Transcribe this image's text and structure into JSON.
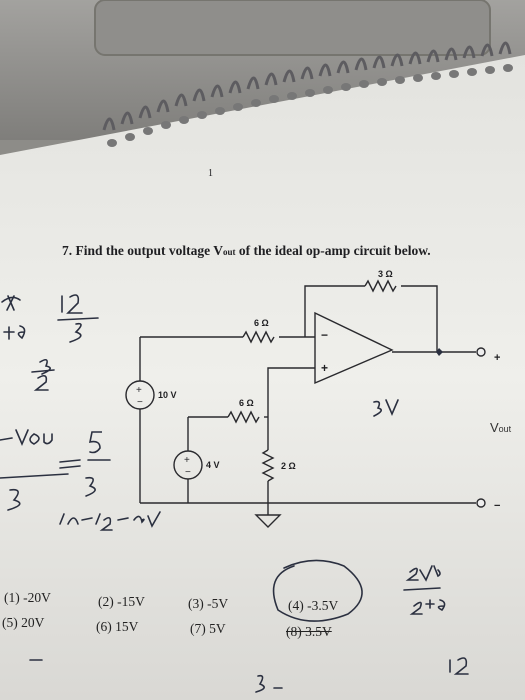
{
  "problem": {
    "number": "7.",
    "text_before": "Find the output voltage V",
    "text_sub": "out",
    "text_after": " of the ideal op-amp circuit below."
  },
  "circuit": {
    "feedback_resistor": "3 Ω",
    "input_resistor_top": "6 Ω",
    "input_resistor_bottom": "6 Ω",
    "ground_resistor": "2 Ω",
    "source_top": "10 V",
    "source_bottom": "4 V",
    "output_plus": "+",
    "output_minus": "−",
    "vout_main": "V",
    "vout_sub": "out",
    "opamp_minus": "−",
    "opamp_plus": "+"
  },
  "choices": [
    {
      "label": "(1) -20V"
    },
    {
      "label": "(2) -15V"
    },
    {
      "label": "(3) -5V"
    },
    {
      "label": "(4) -3.5V"
    },
    {
      "label": "(5) 20V"
    },
    {
      "label": "(6) 15V"
    },
    {
      "label": "(7) 5V"
    },
    {
      "label": "(8) 3.5V"
    }
  ],
  "page_mark": "1",
  "colors": {
    "paper": "#eeeeea",
    "ink": "#1e1e22",
    "laptop": "#9b9a97"
  }
}
